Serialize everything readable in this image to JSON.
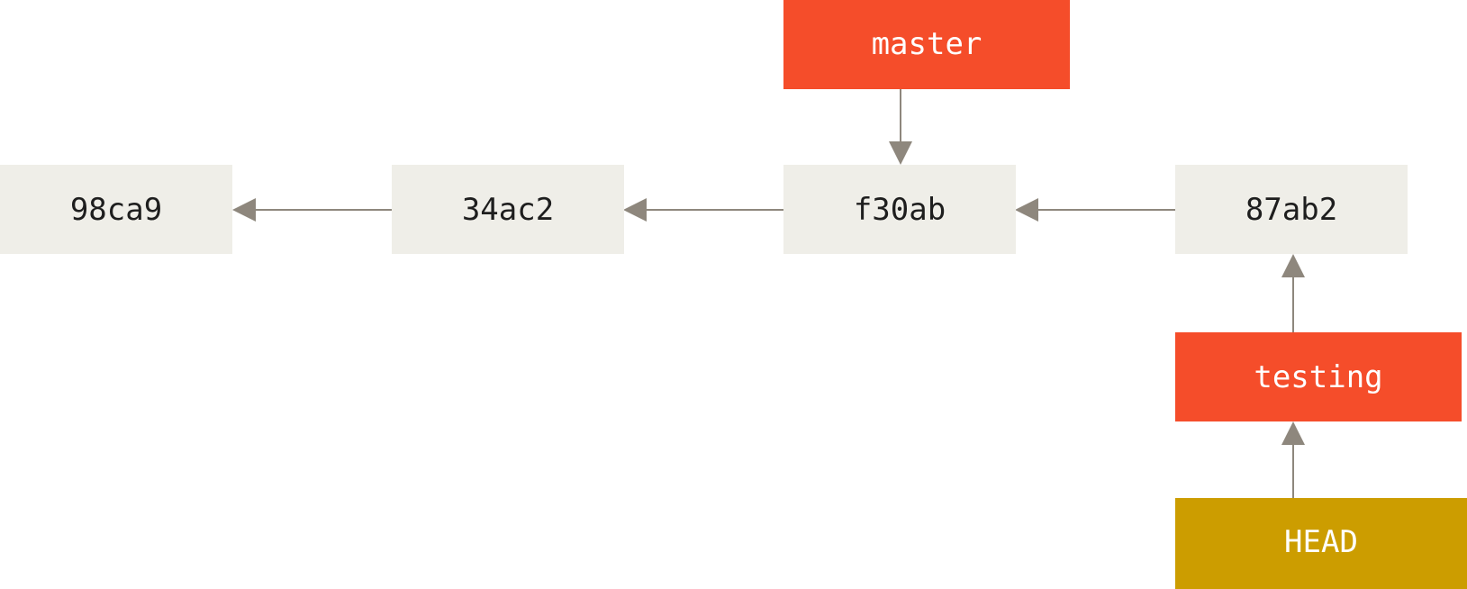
{
  "commits": [
    {
      "id": "98ca9"
    },
    {
      "id": "34ac2"
    },
    {
      "id": "f30ab"
    },
    {
      "id": "87ab2"
    }
  ],
  "branches": {
    "master": {
      "label": "master",
      "points_to": "f30ab"
    },
    "testing": {
      "label": "testing",
      "points_to": "87ab2"
    }
  },
  "head": {
    "label": "HEAD",
    "points_to": "testing"
  },
  "colors": {
    "commit_fill": "#efeee8",
    "commit_text": "#1e1e1e",
    "branch_fill": "#f54d2a",
    "branch_text": "#ffffff",
    "head_fill": "#cc9d00",
    "head_text": "#ffffff",
    "arrow": "#8e877d"
  }
}
